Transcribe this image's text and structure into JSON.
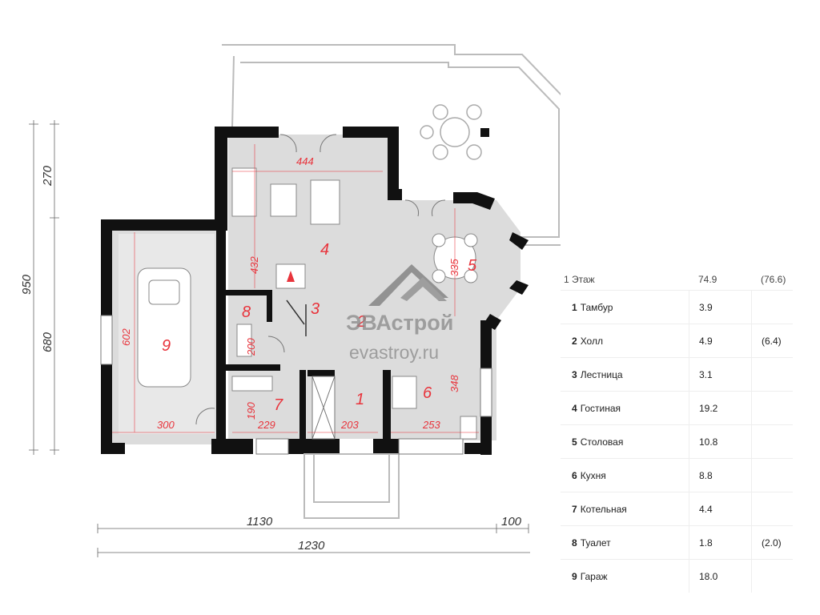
{
  "plan": {
    "rooms": [
      {
        "num": "1"
      },
      {
        "num": "2"
      },
      {
        "num": "3"
      },
      {
        "num": "4"
      },
      {
        "num": "5"
      },
      {
        "num": "6"
      },
      {
        "num": "7"
      },
      {
        "num": "8"
      },
      {
        "num": "9"
      }
    ],
    "dims": {
      "living_width": "444",
      "living_height": "432",
      "dining": "335",
      "garage_height": "602",
      "garage_width": "300",
      "wc_height": "200",
      "boiler_height": "190",
      "boiler_width": "229",
      "vestibule_width": "203",
      "kitchen_width": "253",
      "kitchen_height": "348",
      "overall_950": "950",
      "upper_270": "270",
      "lower_680": "680",
      "width_1130": "1130",
      "width_100": "100",
      "width_1230": "1230"
    },
    "watermark": {
      "brand": "ЭВАстрой",
      "site": "evastroy.ru"
    }
  },
  "legend": {
    "header": {
      "label": "1 Этаж",
      "area": "74.9",
      "area_alt": "(76.6)"
    },
    "rows": [
      {
        "num": "1",
        "name": "Тамбур",
        "area": "3.9",
        "alt": ""
      },
      {
        "num": "2",
        "name": "Холл",
        "area": "4.9",
        "alt": "(6.4)"
      },
      {
        "num": "3",
        "name": "Лестница",
        "area": "3.1",
        "alt": ""
      },
      {
        "num": "4",
        "name": "Гостиная",
        "area": "19.2",
        "alt": ""
      },
      {
        "num": "5",
        "name": "Столовая",
        "area": "10.8",
        "alt": ""
      },
      {
        "num": "6",
        "name": "Кухня",
        "area": "8.8",
        "alt": ""
      },
      {
        "num": "7",
        "name": "Котельная",
        "area": "4.4",
        "alt": ""
      },
      {
        "num": "8",
        "name": "Туалет",
        "area": "1.8",
        "alt": "(2.0)"
      },
      {
        "num": "9",
        "name": "Гараж",
        "area": "18.0",
        "alt": ""
      }
    ]
  },
  "colors": {
    "wall": "#111111",
    "floor": "#dcdcdc",
    "accent": "#e8343c",
    "watermark": "#7a7a7a"
  }
}
